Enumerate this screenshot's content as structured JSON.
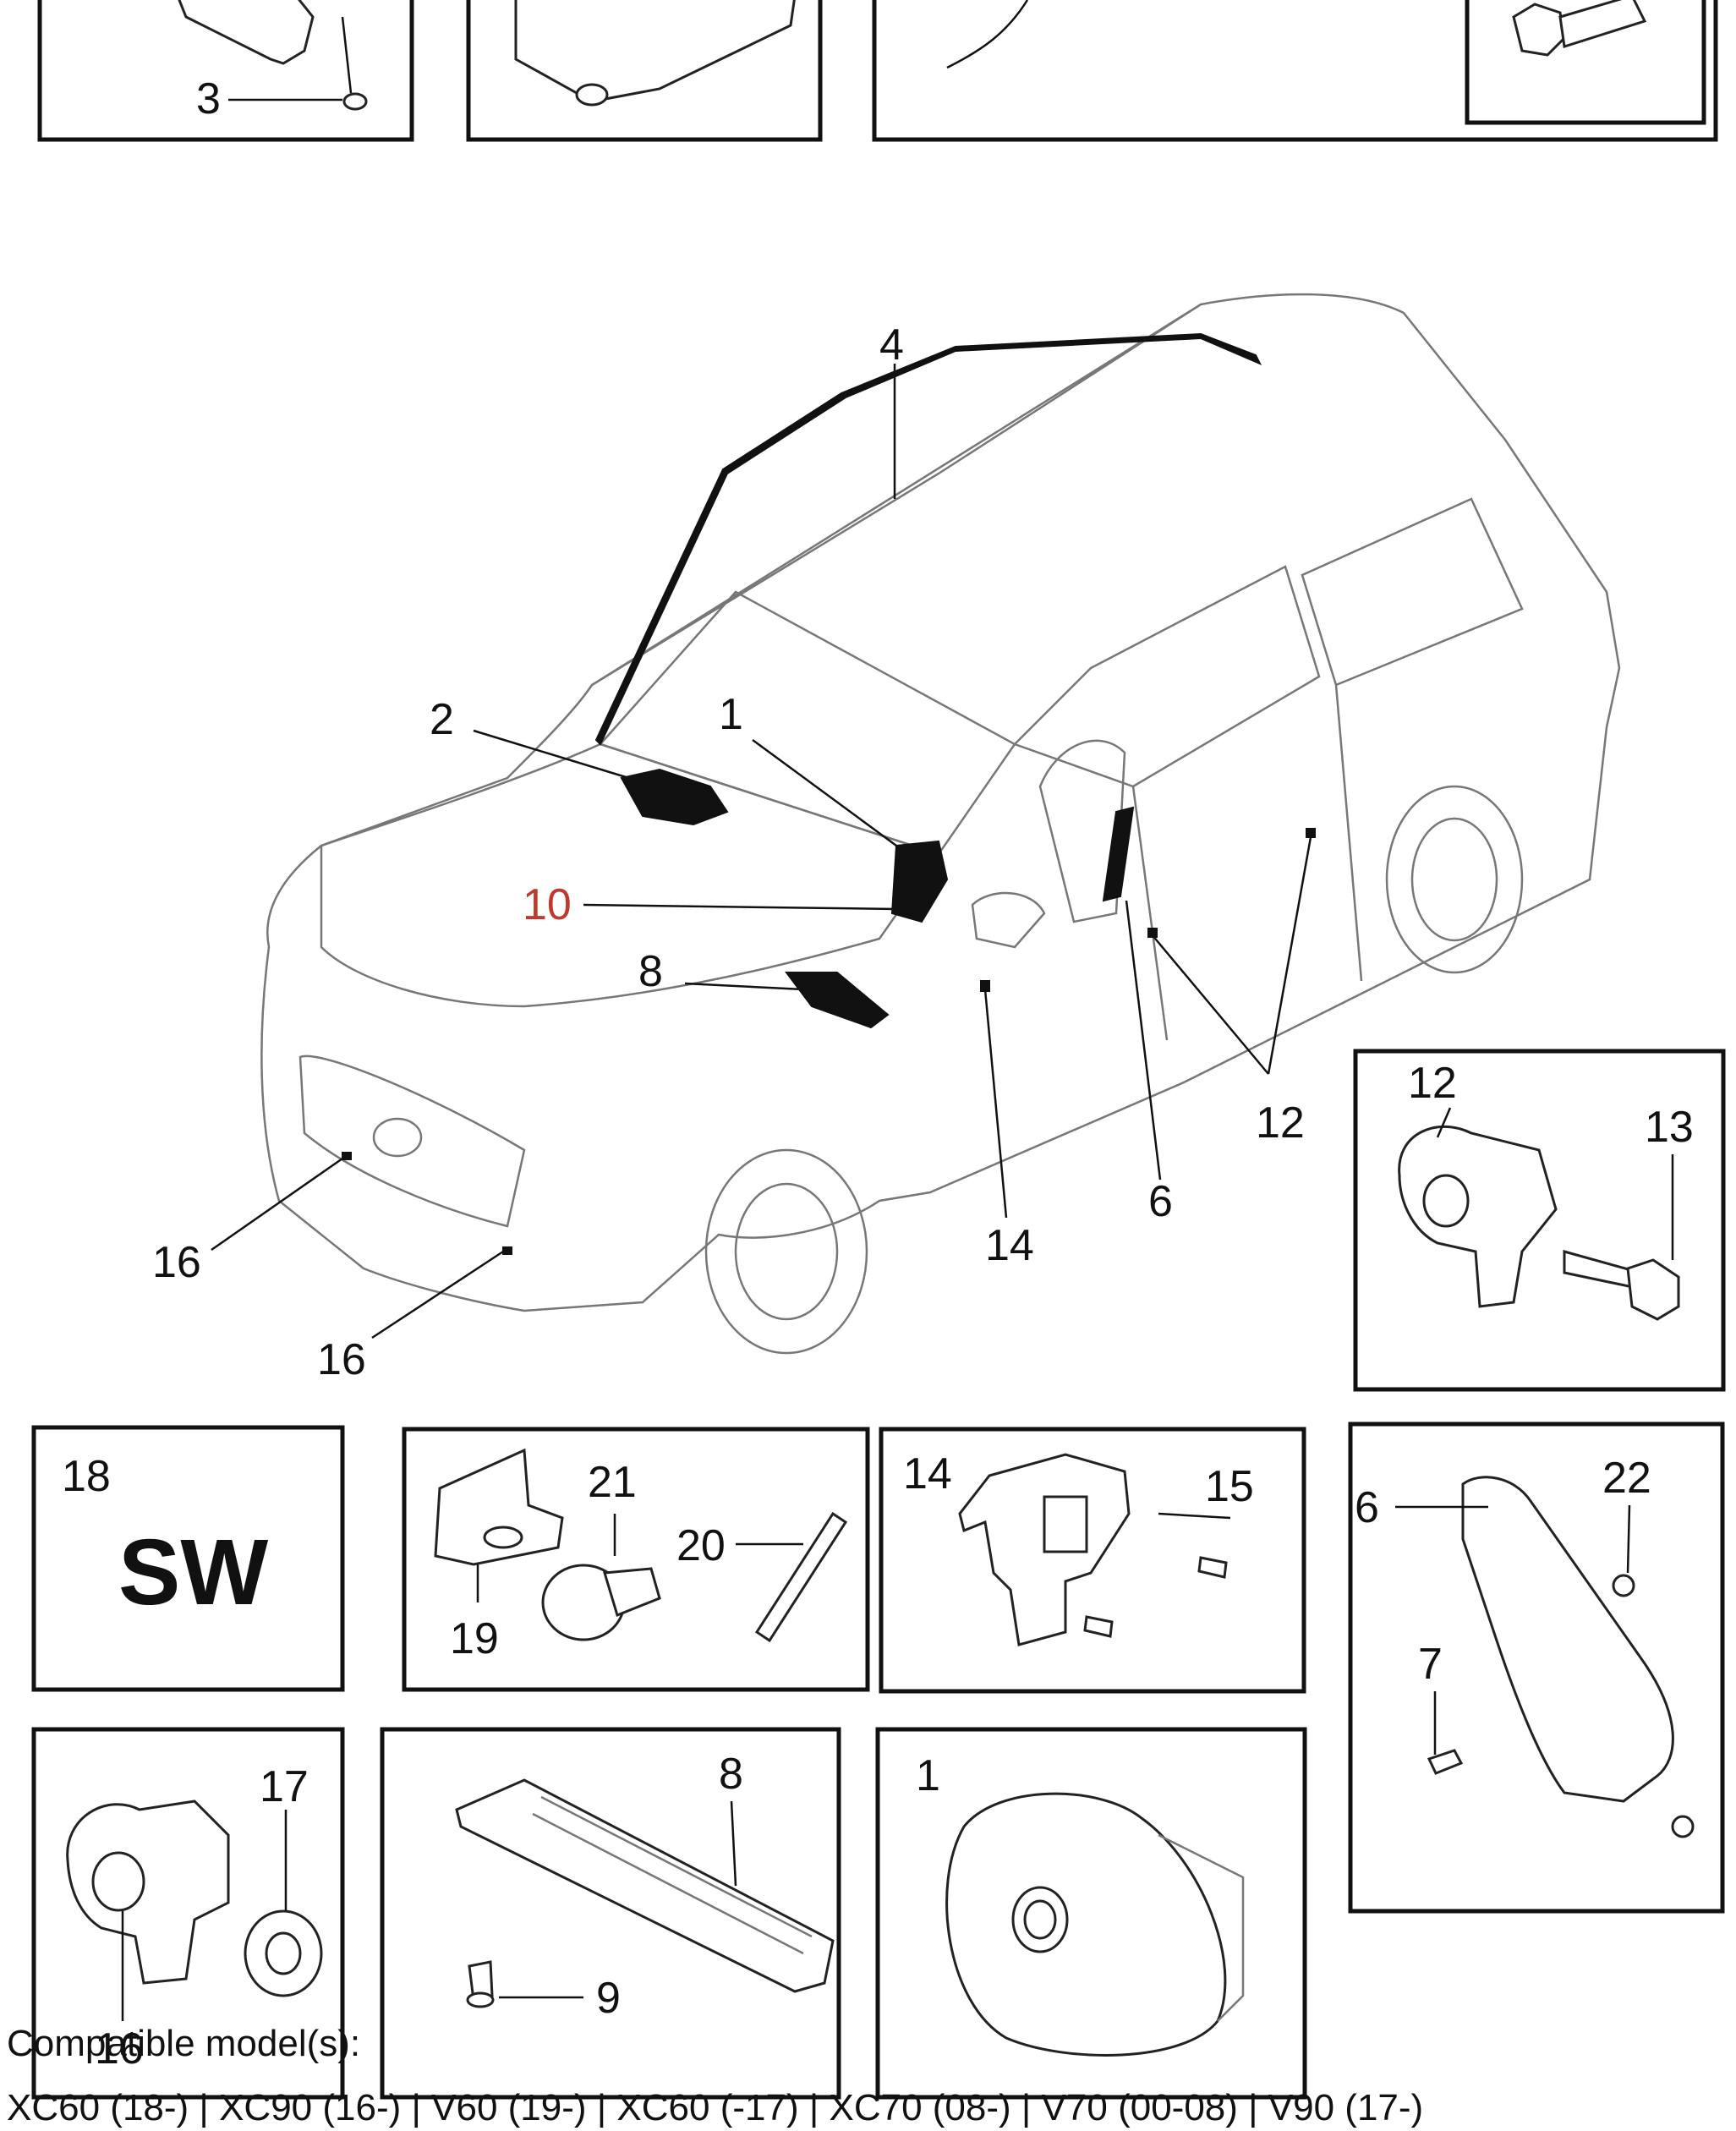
{
  "labels": {
    "top_box1_part": "3",
    "car_callout_4": "4",
    "car_callout_2": "2",
    "car_callout_1": "1",
    "car_callout_10": "10",
    "car_callout_8": "8",
    "car_callout_16a": "16",
    "car_callout_16b": "16",
    "car_callout_14": "14",
    "car_callout_6": "6",
    "car_callout_12": "12",
    "sensor_box_12": "12",
    "sensor_box_13": "13",
    "sw_box_number": "18",
    "sw_box_text": "SW",
    "bracket_box_21": "21",
    "bracket_box_20": "20",
    "bracket_box_19": "19",
    "module_box_14": "14",
    "module_box_15": "15",
    "side_box_6": "6",
    "side_box_22": "22",
    "side_box_7": "7",
    "knock_box_17": "17",
    "knock_box_16": "16",
    "knee_box_8": "8",
    "knee_box_9": "9",
    "wheel_box_1": "1"
  },
  "colors": {
    "highlight_callout": "#c0392b",
    "line": "#111111"
  },
  "footer": {
    "title": "Compatible model(s):",
    "models": "XC60 (18-) | XC90 (16-) | V60 (19-) | XC60 (-17) | XC70 (08-) | V70 (00-08) | V90 (17-)"
  }
}
